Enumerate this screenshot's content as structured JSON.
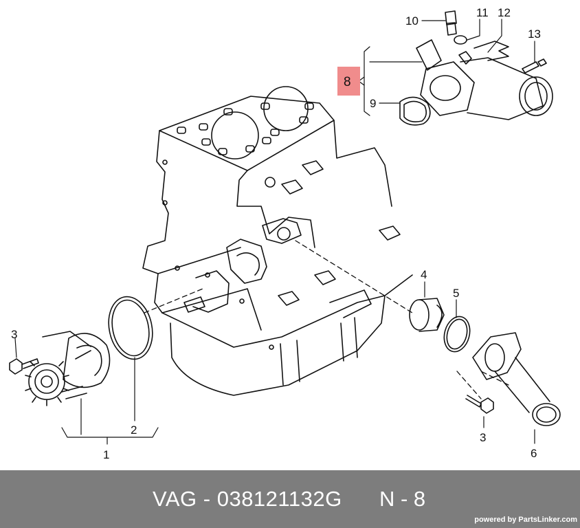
{
  "callouts": {
    "c1": "1",
    "c2": "2",
    "c3a": "3",
    "c3b": "3",
    "c4": "4",
    "c5": "5",
    "c6": "6",
    "c8": "8",
    "c9": "9",
    "c10": "10",
    "c11": "11",
    "c12": "12",
    "c13": "13"
  },
  "highlight_color": "#f08c8c",
  "footer": {
    "code": "VAG - 038121132G",
    "position": "N - 8",
    "credit": "powered by PartsLinker.com",
    "background": "#7d7d7d"
  }
}
